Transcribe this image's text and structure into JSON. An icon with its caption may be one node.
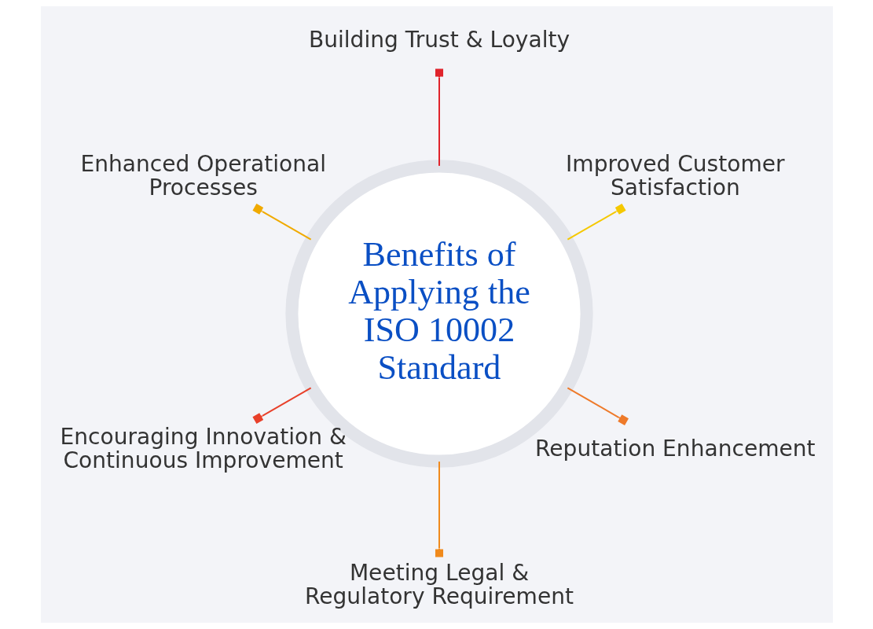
{
  "diagram": {
    "nodes": [
      {
        "text": [
          "Benefits of Applying the ISO 10002 Standard"
        ]
      },
      {
        "text": [
          "Improved Customer Satisfaction"
        ]
      },
      {
        "text": [
          "Building Trust & Loyalty"
        ]
      },
      {
        "text": [
          "Enhanced Operational Processes"
        ]
      },
      {
        "text": [
          "Encouraging Innovation & Continuous Improvement"
        ]
      },
      {
        "text": [
          "Meeting Legal & Regulatory Requirement"
        ]
      },
      {
        "text": [
          "Reputation Enhancement"
        ]
      }
    ],
    "edges": [
      {
        "from": 0,
        "to": 1,
        "arrow": "other",
        "color": "#f5c800"
      },
      {
        "from": 0,
        "to": 2,
        "arrow": "other",
        "color": "#e0242c"
      },
      {
        "from": 0,
        "to": 3,
        "arrow": "other",
        "color": "#f0aa00"
      },
      {
        "from": 0,
        "to": 4,
        "arrow": "other",
        "color": "#e8402a"
      },
      {
        "from": 0,
        "to": 5,
        "arrow": "other",
        "color": "#f08a1c"
      },
      {
        "from": 0,
        "to": 6,
        "arrow": "other",
        "color": "#ee7a2a"
      }
    ]
  }
}
